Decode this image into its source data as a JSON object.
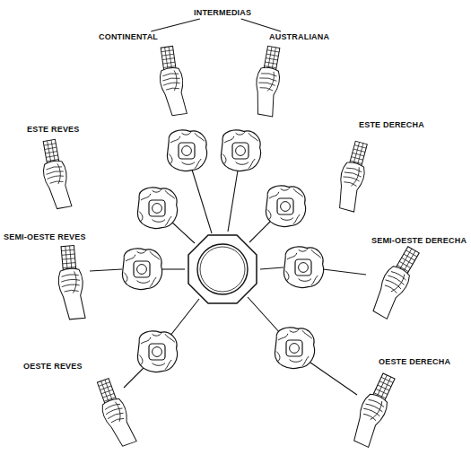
{
  "diagram": {
    "nodes": [
      {
        "text": [
          "INTERMEDIAS"
        ]
      },
      {
        "text": [
          "CONTINENTAL"
        ]
      },
      {
        "text": [
          "AUSTRALIANA"
        ]
      },
      {
        "text": [
          "ESTE REVES"
        ]
      },
      {
        "text": [
          "ESTE DERECHA"
        ]
      },
      {
        "text": [
          "SEMI-OESTE REVES"
        ]
      },
      {
        "text": [
          "SEMI-OESTE DERECHA"
        ]
      },
      {
        "text": [
          "OESTE REVES"
        ]
      },
      {
        "text": [
          "OESTE DERECHA"
        ]
      }
    ],
    "edges": [
      {
        "from": 0,
        "to": 1,
        "arrow": "none"
      },
      {
        "from": 0,
        "to": 2,
        "arrow": "none"
      }
    ]
  }
}
